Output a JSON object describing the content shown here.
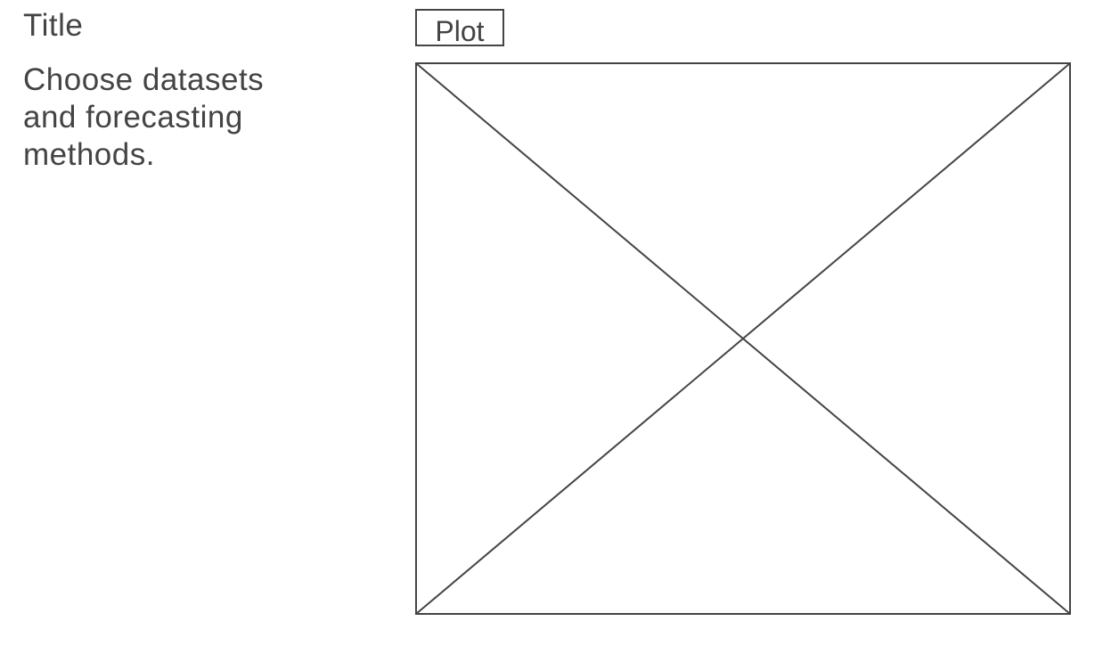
{
  "sidebar": {
    "title": "Title",
    "description": "Choose datasets and forecasting methods."
  },
  "toolbar": {
    "plot_label": "Plot"
  },
  "main": {
    "plot_placeholder_icon": "image-placeholder-icon"
  }
}
